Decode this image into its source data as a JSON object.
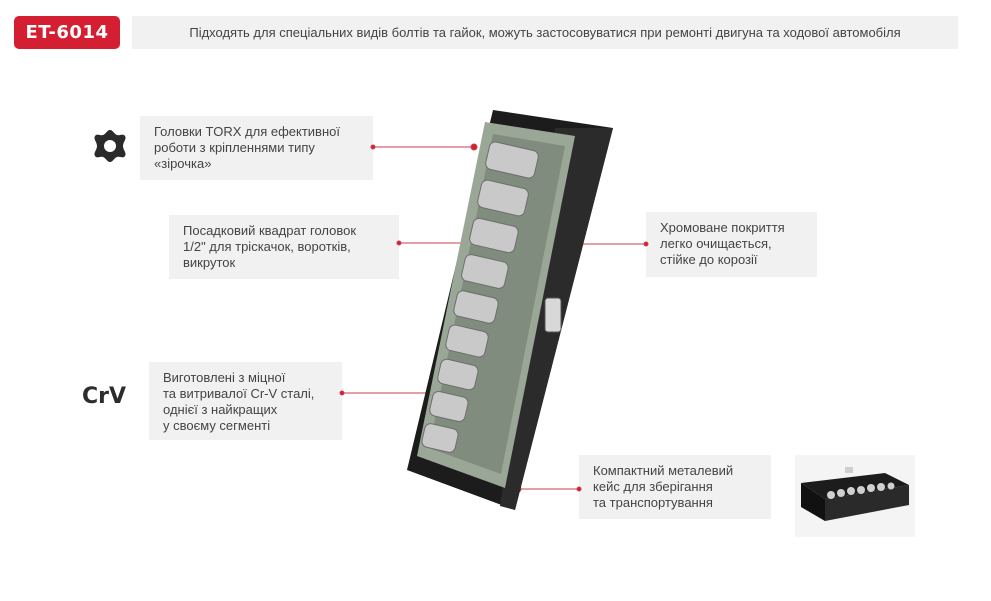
{
  "header": {
    "model_badge": "ET-6014",
    "headline": "Підходять для спеціальних видів болтів та гайок, можуть застосовуватися при ремонті двигуна та ходової автомобіля"
  },
  "features": {
    "torx": {
      "text": "Головки TORX для ефективної\nроботи з кріпленнями типу\n«зірочка»",
      "icon": "torx-star-icon"
    },
    "square_drive": {
      "text": "Посадковий квадрат головок\n1/2\" для тріскачок, воротків,\nвикруток"
    },
    "chrome": {
      "text": "Хромоване покриття\nлегко очищається,\nстійке до корозії"
    },
    "crv": {
      "label": "CrV",
      "text": "Виготовлені з міцної\nта витривалої Cr-V сталі,\nоднієї з найкращих\nу своєму сегменті"
    },
    "case": {
      "text": "Компактний металевий\nкейс для зберігання\nта транспортування"
    }
  },
  "colors": {
    "accent": "#d41f32",
    "panel": "#f1f1f1",
    "case_black": "#1c1c1c",
    "tray_green": "#9aa796"
  }
}
